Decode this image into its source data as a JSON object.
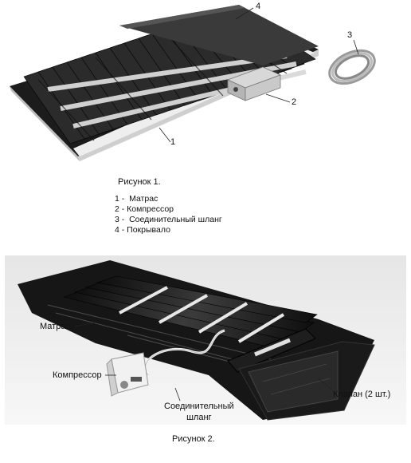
{
  "figure1": {
    "callouts": [
      "4",
      "3",
      "2",
      "1"
    ],
    "caption": "Рисунок 1.",
    "legend": [
      "1 -  Матрас",
      "2 - Компрессор",
      "3 -  Соединительный шланг",
      "4 - Покрывало"
    ]
  },
  "figure2": {
    "labels": {
      "mattress": "Матрас",
      "compressor": "Компрессор",
      "hose_line1": "Соединительный",
      "hose_line2": "шланг",
      "valve": "Клапан (2 шт.)"
    },
    "caption": "Рисунок 2."
  }
}
